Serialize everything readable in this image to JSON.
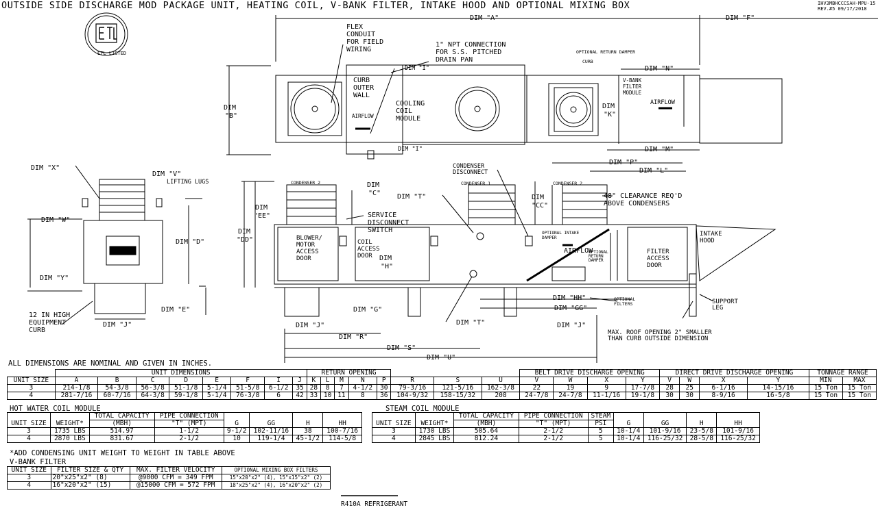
{
  "title": "OUTSIDE SIDE DISCHARGE MOD PACKAGE UNIT, HEATING COIL, V-BANK FILTER, INTAKE HOOD AND OPTIONAL MIXING BOX",
  "doc_ref": [
    "IHV3MBHCCCSAH-MPU-15",
    "REV.#5   09/17/2018"
  ],
  "logo_text": "ETL LISTED",
  "top_view": {
    "dim_a": "DIM \"A\"",
    "dim_f": "DIM \"F\"",
    "dim_b": "DIM \"B\"",
    "flex": [
      "FLEX",
      "CONDUIT",
      "FOR FIELD",
      "WIRING"
    ],
    "npt": [
      "1\" NPT CONNECTION",
      "FOR S.S. PITCHED",
      "DRAIN PAN"
    ],
    "dim_i_top": "DIM \"I\"",
    "dim_i_bot": "DIM \"I\"",
    "curb_outer": [
      "CURB",
      "OUTER",
      "WALL"
    ],
    "airflow_left": "AIRFLOW",
    "cooling": [
      "COOLING",
      "COIL",
      "MODULE"
    ],
    "opt_return_damper": "OPTIONAL RETURN DAMPER",
    "curb_small": "CURB",
    "dim_n": "DIM \"N\"",
    "vbank": [
      "V-BANK",
      "FILTER",
      "MODULE"
    ],
    "dim_k": [
      "DIM",
      "\"K\""
    ],
    "airflow_right": "AIRFLOW",
    "dim_m": "DIM \"M\"",
    "dim_p": "DIM \"P\"",
    "dim_l": "DIM \"L\""
  },
  "end_view": {
    "dim_x": "DIM \"X\"",
    "dim_v": "DIM \"V\"",
    "lifting": "LIFTING LUGS",
    "dim_w": "DIM \"W\"",
    "dim_d": "DIM \"D\"",
    "dim_y": "DIM \"Y\"",
    "dim_e": "DIM \"E\"",
    "curb": [
      "12 IN HIGH",
      "EQUIPMENT",
      "CURB"
    ],
    "dim_j": "DIM \"J\""
  },
  "side_view": {
    "condenser2a": "CONDENSER 2",
    "condenser1": "CONDENSER 1",
    "condenser2b": "CONDENSER 2",
    "dim_c": [
      "DIM",
      "\"C\""
    ],
    "dim_t_top": "DIM \"T\"",
    "cond_disc": [
      "CONDENSER",
      "DISCONNECT"
    ],
    "dim_cc": [
      "DIM",
      "\"CC\""
    ],
    "clearance": [
      "48\" CLEARANCE REQ'D",
      "ABOVE CONDENSERS"
    ],
    "dim_ee": [
      "DIM",
      "\"EE\""
    ],
    "dim_dd": [
      "DIM",
      "\"DD\""
    ],
    "service": [
      "SERVICE",
      "DISCONNECT",
      "SWITCH"
    ],
    "blower": [
      "BLOWER/",
      "MOTOR",
      "ACCESS",
      "DOOR"
    ],
    "coil_access": [
      "COIL",
      "ACCESS",
      "DOOR"
    ],
    "dim_h": [
      "DIM",
      "\"H\""
    ],
    "opt_intake": [
      "OPTIONAL INTAKE",
      "DAMPER"
    ],
    "airflow": "AIRFLOW",
    "opt_return": [
      "OPTIONAL",
      "RETURN",
      "DAMPER"
    ],
    "filter_access": [
      "FILTER",
      "ACCESS",
      "DOOR"
    ],
    "intake_hood": [
      "INTAKE",
      "HOOD"
    ],
    "dim_hh": "DIM \"HH\"",
    "dim_gg": "DIM \"GG\"",
    "opt_filters": [
      "OPTIONAL",
      "FILTERS"
    ],
    "support": [
      "SUPPORT",
      "LEG"
    ],
    "dim_g": "DIM \"G\"",
    "dim_t_bot": "DIM \"T\"",
    "dim_j1": "DIM \"J\"",
    "dim_j2": "DIM \"J\"",
    "dim_r": "DIM \"R\"",
    "dim_s": "DIM \"S\"",
    "dim_u": "DIM \"U\"",
    "roof": [
      "MAX. ROOF OPENING 2\" SMALLER",
      "THAN CURB OUTSIDE DIMENSION"
    ]
  },
  "note_nominal": "ALL DIMENSIONS ARE NOMINAL AND GIVEN IN INCHES.",
  "main_table": {
    "group_headers": [
      "UNIT DIMENSIONS",
      "RETURN OPENING",
      "BELT DRIVE DISCHARGE OPENING",
      "DIRECT DRIVE DISCHARGE OPENING",
      "TONNAGE RANGE"
    ],
    "columns": [
      "UNIT SIZE",
      "A",
      "B",
      "C",
      "D",
      "E",
      "F",
      "I",
      "J",
      "K",
      "L",
      "M",
      "N",
      "P",
      "R",
      "S",
      "U",
      "V",
      "W",
      "X",
      "Y",
      "V",
      "W",
      "X",
      "Y",
      "MIN",
      "MAX"
    ],
    "rows": [
      [
        "3",
        "214-1/8",
        "54-3/8",
        "56-3/8",
        "51-1/8",
        "5-1/4",
        "51-5/8",
        "6-1/2",
        "35",
        "28",
        "8",
        "7",
        "4-1/2",
        "30",
        "79-3/16",
        "121-5/16",
        "162-3/8",
        "22",
        "19",
        "9",
        "17-7/8",
        "28",
        "25",
        "6-1/16",
        "14-15/16",
        "15 Ton",
        "15 Ton"
      ],
      [
        "4",
        "281-7/16",
        "60-7/16",
        "64-3/8",
        "59-1/8",
        "5-1/4",
        "76-3/8",
        "6",
        "42",
        "33",
        "10",
        "11",
        "8",
        "36",
        "104-9/32",
        "158-15/32",
        "208",
        "24-7/8",
        "24-7/8",
        "11-1/16",
        "19-1/8",
        "30",
        "30",
        "8-9/16",
        "16-5/8",
        "15 Ton",
        "15 Ton"
      ]
    ]
  },
  "hot_water": {
    "title": "HOT WATER COIL MODULE",
    "headers": [
      "UNIT SIZE",
      "WEIGHT*",
      "TOTAL CAPACITY",
      "PIPE CONNECTION",
      "G",
      "GG",
      "H",
      "HH"
    ],
    "subheaders": [
      "(MBH)",
      "\"T\" (MPT)"
    ],
    "rows": [
      [
        "3",
        "1735 LBS",
        "514.97",
        "1-1/2",
        "9-1/2",
        "102-11/16",
        "38",
        "100-7/16"
      ],
      [
        "4",
        "2870 LBS",
        "831.67",
        "2-1/2",
        "10",
        "119-1/4",
        "45-1/2",
        "114-5/8"
      ]
    ]
  },
  "steam": {
    "title": "STEAM COIL MODULE",
    "headers": [
      "UNIT SIZE",
      "WEIGHT*",
      "TOTAL CAPACITY",
      "PIPE CONNECTION",
      "STEAM",
      "G",
      "GG",
      "H",
      "HH"
    ],
    "subheaders": [
      "(MBH)",
      "\"T\" (MPT)",
      "PSI"
    ],
    "rows": [
      [
        "3",
        "1730 LBS",
        "505.64",
        "2-1/2",
        "5",
        "10-1/4",
        "101-9/16",
        "23-5/8",
        "101-9/16"
      ],
      [
        "4",
        "2845 LBS",
        "812.24",
        "2-1/2",
        "5",
        "10-1/4",
        "116-25/32",
        "28-5/8",
        "116-25/32"
      ]
    ]
  },
  "add_note": "*ADD CONDENSING UNIT WEIGHT TO WEIGHT IN TABLE ABOVE",
  "vbank": {
    "title": "V-BANK FILTER",
    "headers": [
      "UNIT SIZE",
      "FILTER SIZE & QTY",
      "MAX. FILTER VELOCITY",
      "OPTIONAL MIXING BOX FILTERS"
    ],
    "rows": [
      [
        "3",
        "20\"x25\"x2\" (8)",
        "@9000 CFM = 349 FPM",
        "15\"x20\"x2\" (4), 15\"x15\"x2\" (2)"
      ],
      [
        "4",
        "16\"x20\"x2\" (15)",
        "@15000 CFM = 572 FPM",
        "18\"x25\"x2\" (4), 16\"x20\"x2\" (2)"
      ]
    ]
  },
  "refrigerant": "R410A REFRIGERANT"
}
